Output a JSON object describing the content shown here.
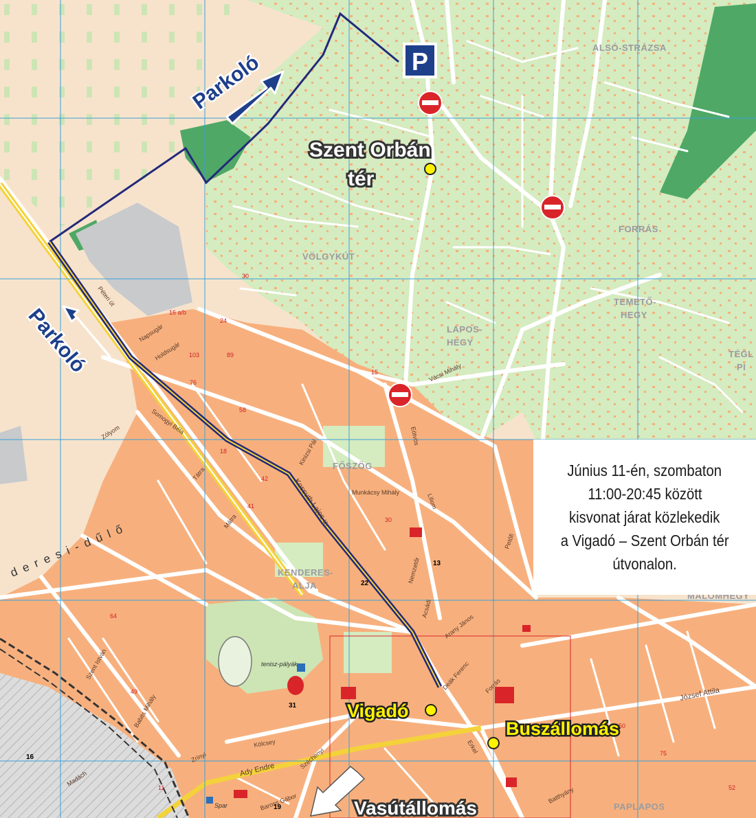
{
  "parking_labels": [
    "Parkoló",
    "Parkoló"
  ],
  "parking_sign": "P",
  "places": {
    "szent_orban_line1": "Szent Orbán",
    "szent_orban_line2": "tér",
    "vigado": "Vigadó",
    "buszallomas": "Buszállomás",
    "vasutallomas": "Vasútállomás"
  },
  "districts": [
    "ALSÓ-STRÁZSA",
    "FORRÁS",
    "VÖLGYKÚT",
    "LAPOS-",
    "HEGY",
    "TEMETŐ-",
    "HEGY",
    "FŐSZÖG",
    "KENDERES-",
    "ALJA",
    "MALOMHEGY",
    "PAPLAPOS",
    "TÉGL",
    "PI"
  ],
  "streets": {
    "peteri_ut": "Péteri út",
    "kossuth": "Kossuth Lajos u.",
    "kenderesi_dulo": "deresi-dűlő",
    "jozsef_attila": "József Attila",
    "ady_endre": "Ady Endre",
    "napsugar": "Napsugár",
    "holdsugar": "Holdsugár",
    "kinizsi_pal": "Kinizsi Pál",
    "zalyom": "Zólyom",
    "somogyi_bela": "Somogyi Béla",
    "matra": "Mátra",
    "tatra": "Tátra",
    "eotvos": "Eötvös",
    "munkacsy": "Munkácsy Mihály",
    "lilliom": "Liliom",
    "arany_janos": "Arany János",
    "deak_ferenc": "Deák Ferenc",
    "petofi": "Petőfi",
    "erkel": "Erkel",
    "kolcsey": "Kölcsey",
    "madach": "Madách",
    "baross_gabor": "Baross Gábor",
    "batthyany": "Batthyány",
    "vaci_mihaly": "Vácsi Mihály",
    "szechenyi": "Széchenyi",
    "szent_istvan": "Szent István",
    "babits": "Babits Mihály",
    "zrinyi": "Zrínyi",
    "forras_utca": "Forrás",
    "nemzetor": "Nemzetőr",
    "acsadi": "Acsádi"
  },
  "pois": {
    "teniszpalyak": "tenisz-pályák",
    "spar": "Spar",
    "n31": "31",
    "n19": "19",
    "n16": "16",
    "n13": "13",
    "n22": "22"
  },
  "info_box": {
    "line1": "Június 11-én, szombaton",
    "line2": "11:00-20:45 között",
    "line3": "kisvonat járat közlekedik",
    "line4": "a Vigadó – Szent Orbán tér",
    "line5": "útvonalon."
  },
  "colors": {
    "green_land": "#d5ebc0",
    "urban": "#f7b07d",
    "forest": "#4fa866",
    "road": "#ffffff",
    "grid": "#3aa0d8",
    "route_navy": "#23297a",
    "no_entry": "#d9252a",
    "parking_blue": "#1e3f8a",
    "yellow": "#fff200"
  }
}
